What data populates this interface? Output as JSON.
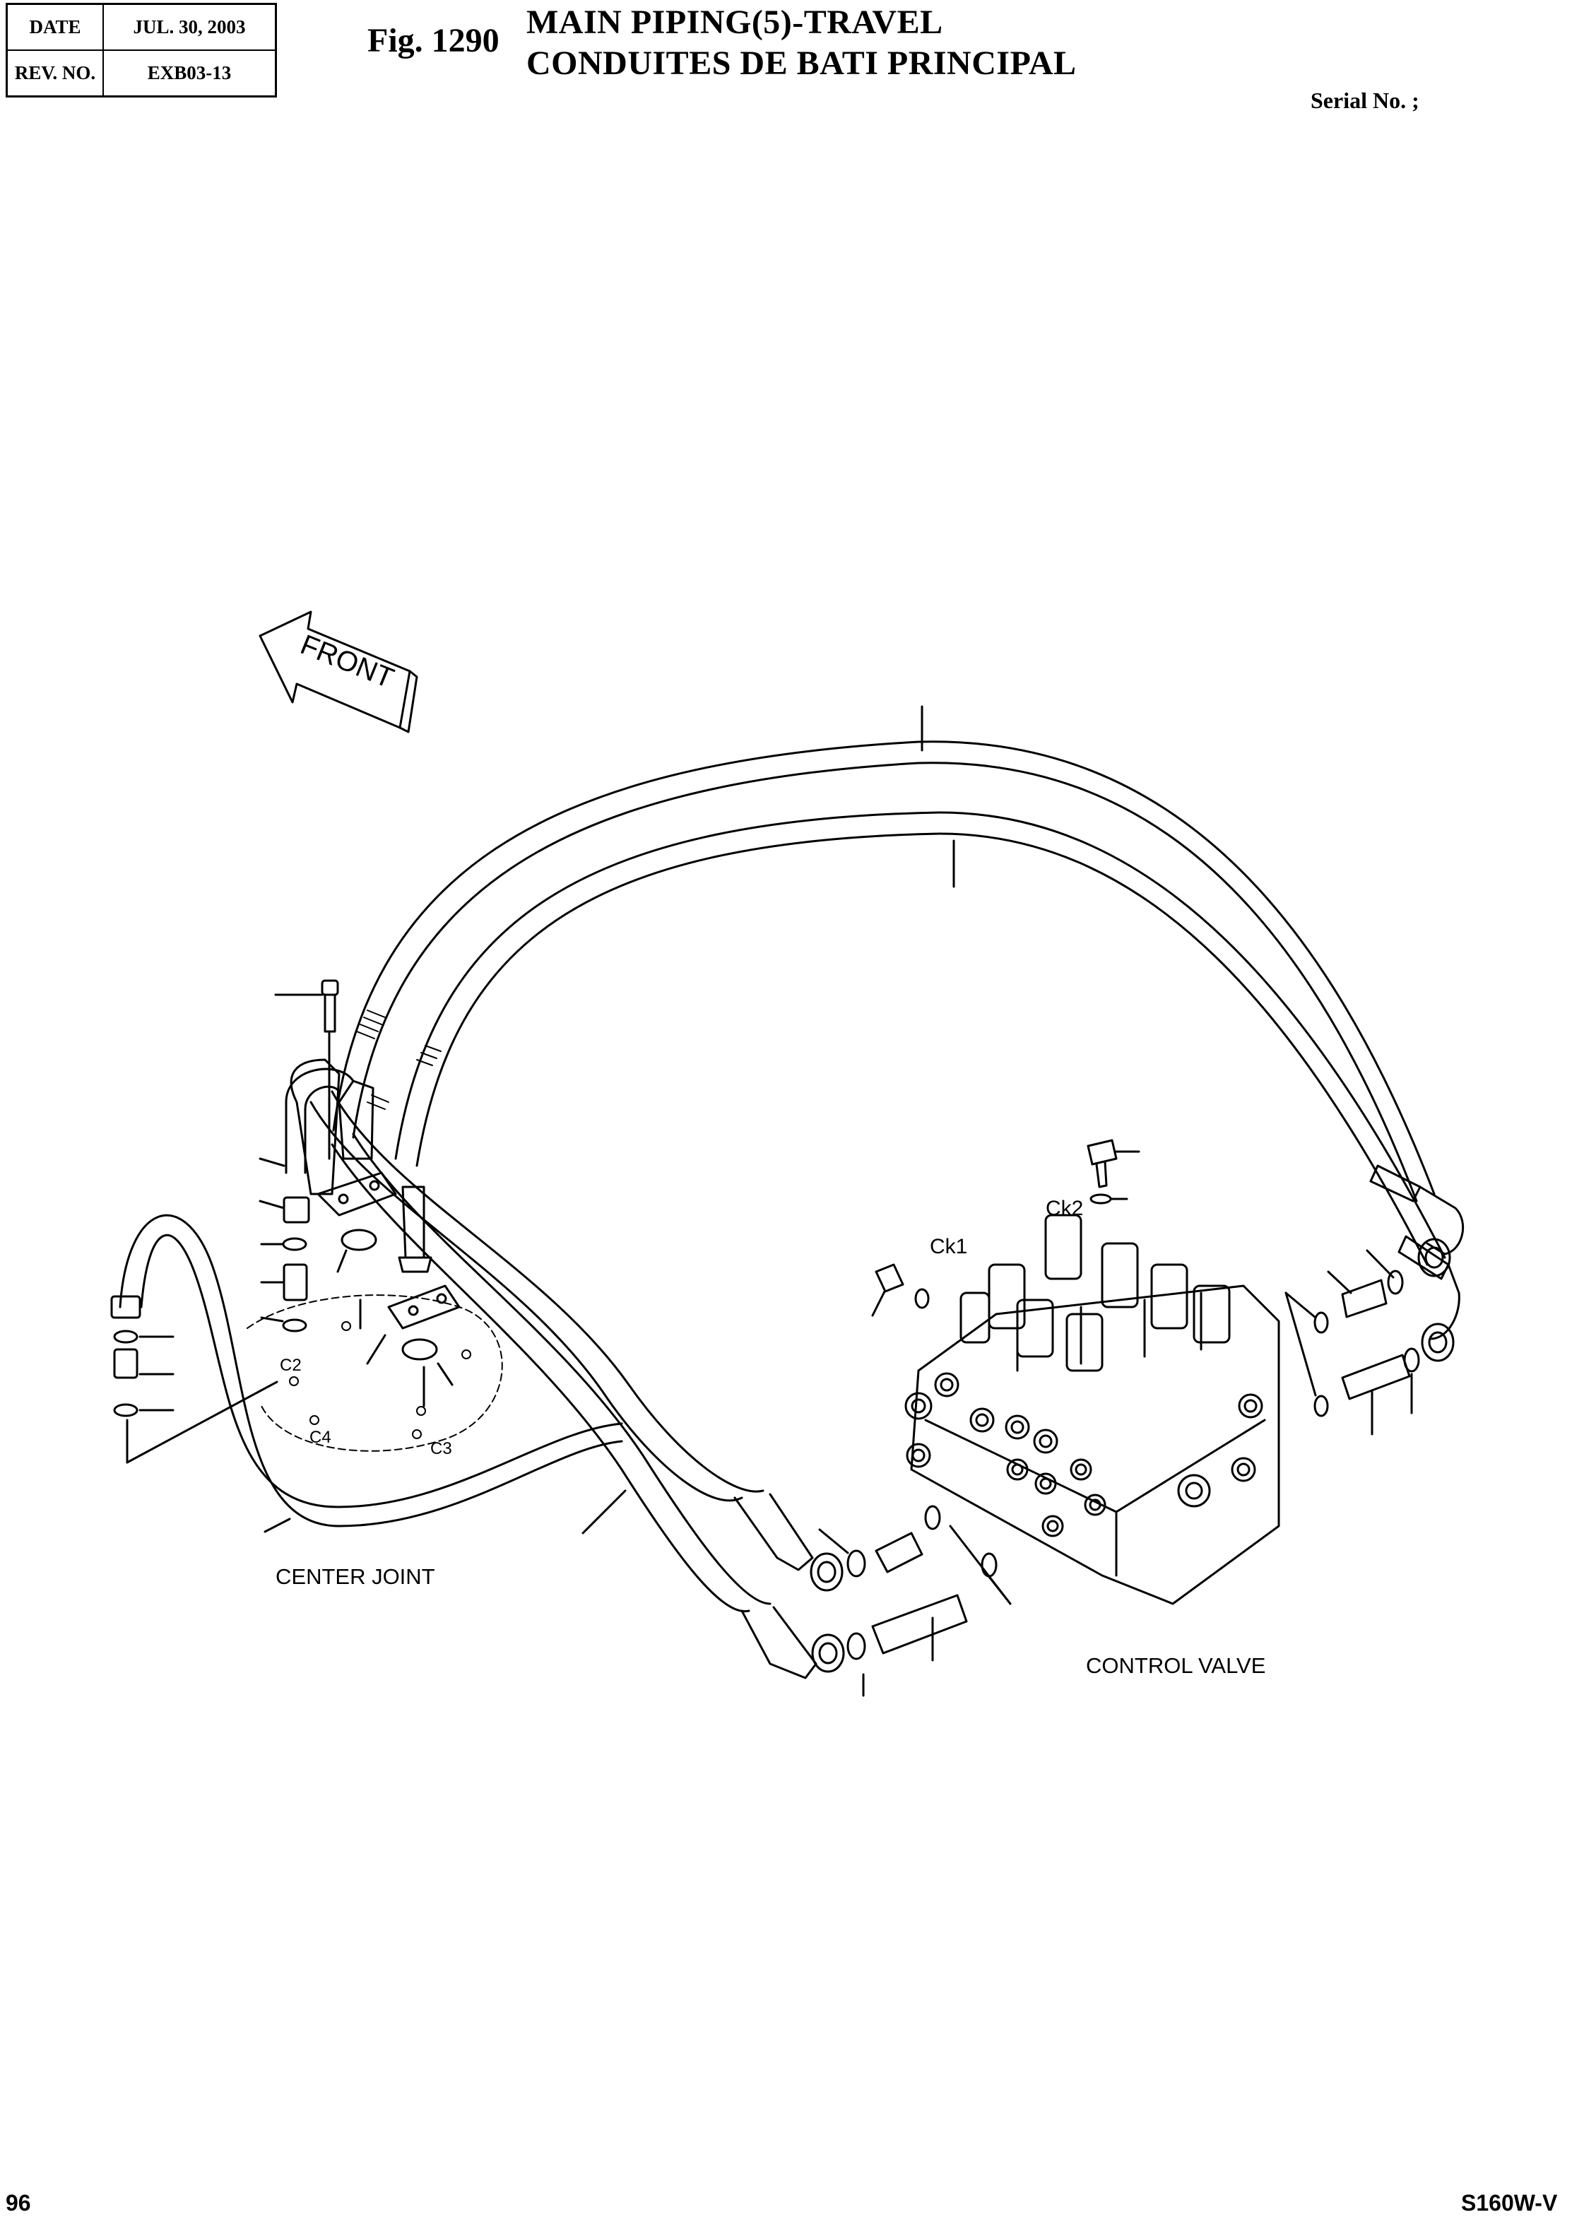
{
  "header": {
    "date_label": "DATE",
    "date_value": "JUL. 30, 2003",
    "rev_label": "REV. NO.",
    "rev_value": "EXB03-13"
  },
  "figure": {
    "number": "Fig. 1290",
    "title_en": "MAIN PIPING(5)-TRAVEL",
    "title_fr": "CONDUITES DE BATI PRINCIPAL",
    "serial": "Serial No. ;"
  },
  "diagram": {
    "front_label": "FRONT",
    "center_joint_label": "CENTER JOINT",
    "control_valve_label": "CONTROL VALVE",
    "port_labels": {
      "c2": "C2",
      "c3": "C3",
      "c4": "C4",
      "ck1": "Ck1",
      "ck2": "Ck2"
    }
  },
  "footer": {
    "page_number": "96",
    "model": "S160W-V"
  }
}
